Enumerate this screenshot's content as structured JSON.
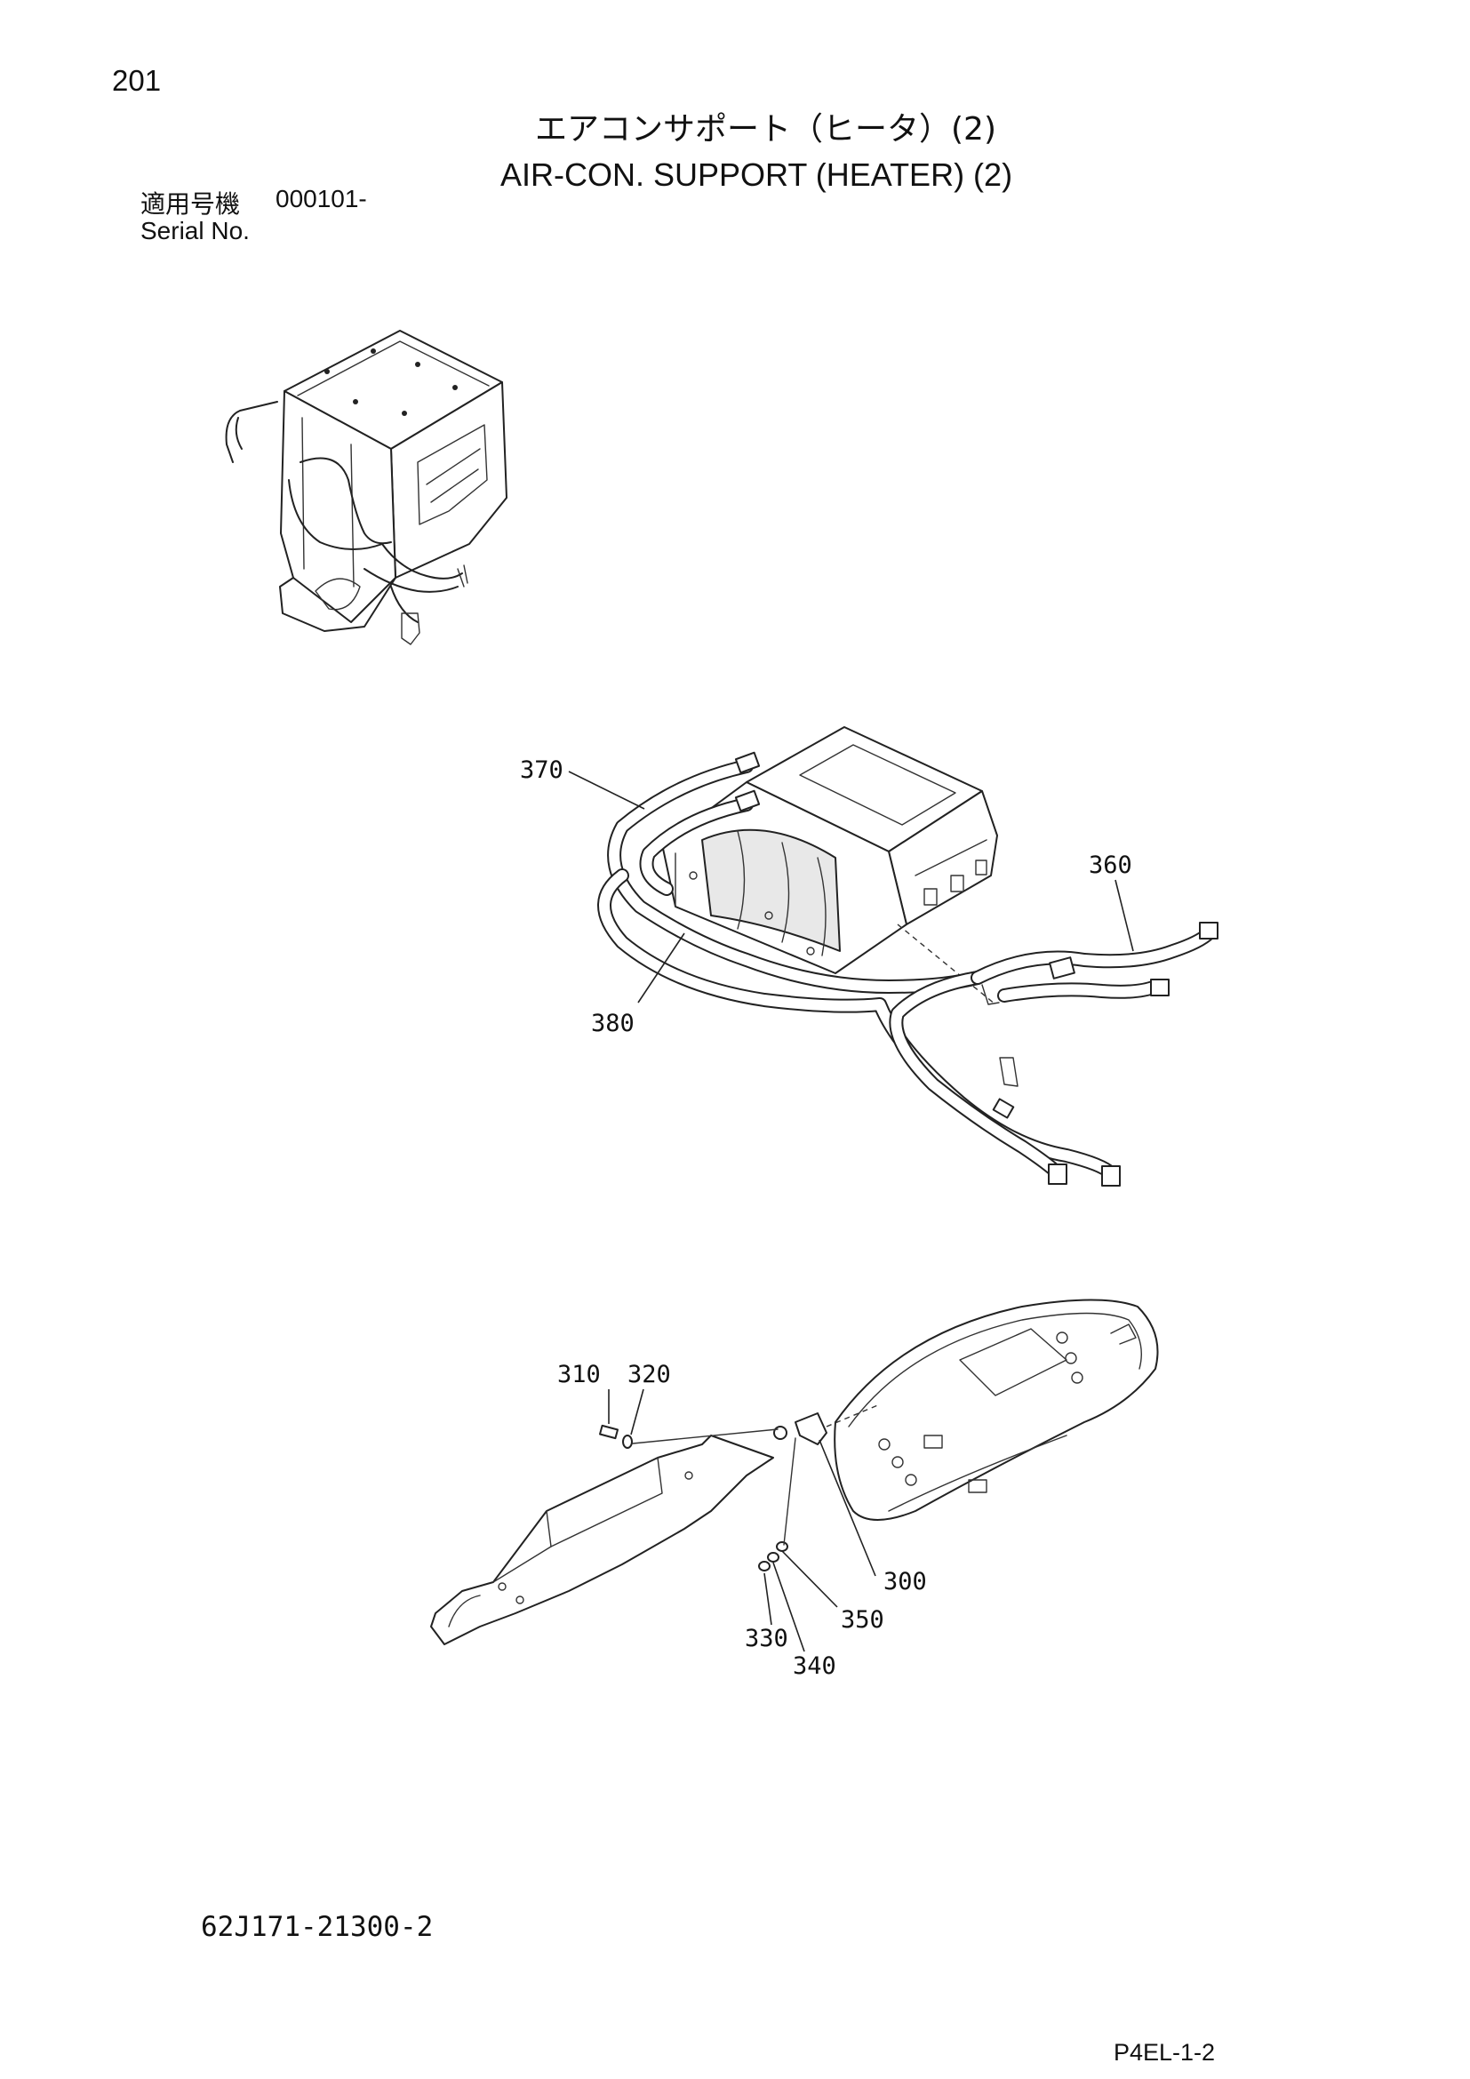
{
  "page": {
    "number": "201",
    "title_jp": "エアコンサポート（ヒータ）(2)",
    "title_en": "AIR-CON. SUPPORT (HEATER) (2)",
    "serial_label_jp": "適用号機",
    "serial_value": "000101-",
    "serial_label_en": "Serial No.",
    "doc_code": "62J171-21300-2",
    "sheet_code": "P4EL-1-2"
  },
  "callouts": {
    "p370": "370",
    "p360": "360",
    "p380": "380",
    "p310": "310",
    "p320": "320",
    "p300": "300",
    "p350": "350",
    "p330": "330",
    "p340": "340"
  },
  "icons": [
    "cab-overview-icon",
    "heater-unit-hoses-icon",
    "bracket-panel-icon"
  ]
}
